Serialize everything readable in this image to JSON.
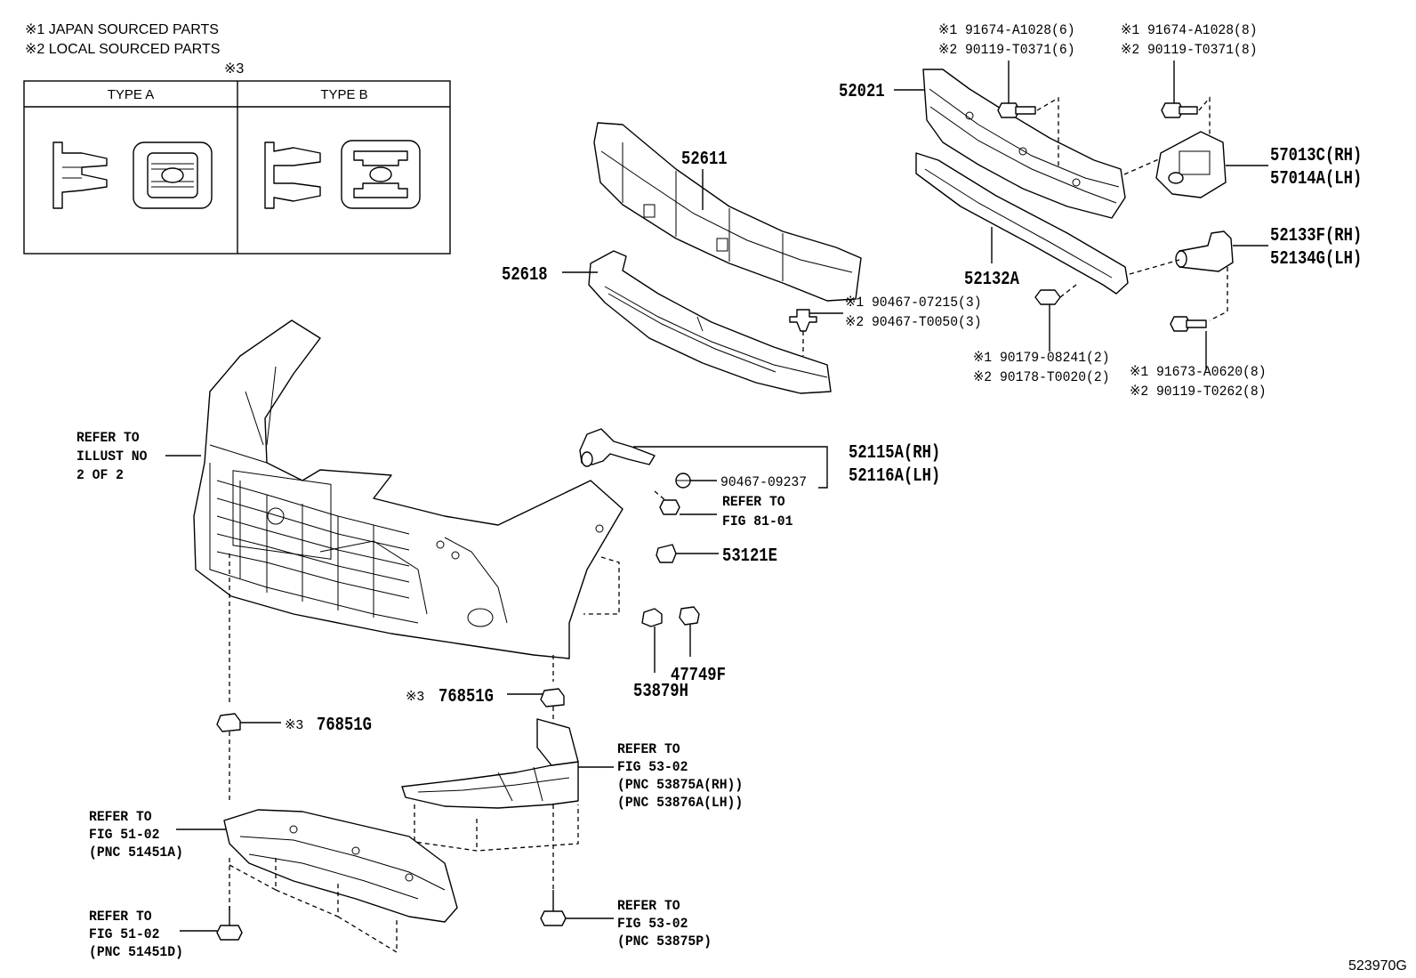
{
  "legend": {
    "note_1": "※1 JAPAN SOURCED PARTS",
    "note_2": "※2 LOCAL SOURCED PARTS",
    "note_3": "※3",
    "type_a": "TYPE A",
    "type_b": "TYPE B"
  },
  "labels": {
    "p52021": "52021",
    "p52611": "52611",
    "p52618": "52618",
    "p52132a": "52132A",
    "p57013c": "57013C(RH)",
    "p57014a": "57014A(LH)",
    "p52133f": "52133F(RH)",
    "p52134g": "52134G(LH)",
    "p52115a": "52115A(RH)",
    "p52116a": "52116A(LH)",
    "p53121e": "53121E",
    "p53879h": "53879H",
    "p47749f": "47749F",
    "p76851g_left": "76851G",
    "p76851g_right": "76851G",
    "mark3_left": "※3",
    "mark3_right": "※3",
    "fastener_top_left_1": "※1 91674-A1028(6)",
    "fastener_top_left_2": "※2 90119-T0371(6)",
    "fastener_top_right_1": "※1 91674-A1028(8)",
    "fastener_top_right_2": "※2 90119-T0371(8)",
    "fastener_clip_1": "※1 90467-07215(3)",
    "fastener_clip_2": "※2 90467-T0050(3)",
    "fastener_nut_1": "※1 90179-08241(2)",
    "fastener_nut_2": "※2 90178-T0020(2)",
    "fastener_bolt_1": "※1 91673-A0620(8)",
    "fastener_bolt_2": "※2 90119-T0262(8)",
    "p90467_09237": "90467-09237",
    "refer_illust_1": "REFER TO",
    "refer_illust_2": "ILLUST NO",
    "refer_illust_3": "2 OF 2",
    "refer_81_1": "REFER TO",
    "refer_81_2": "FIG 81-01",
    "refer_53a_1": "REFER TO",
    "refer_53a_2": "FIG 53-02",
    "refer_53a_3": "(PNC 53875A(RH))",
    "refer_53a_4": "(PNC 53876A(LH))",
    "refer_51a_1": "REFER TO",
    "refer_51a_2": "FIG 51-02",
    "refer_51a_3": "(PNC 51451A)",
    "refer_51d_1": "REFER TO",
    "refer_51d_2": "FIG 51-02",
    "refer_51d_3": "(PNC 51451D)",
    "refer_53p_1": "REFER TO",
    "refer_53p_2": "FIG 53-02",
    "refer_53p_3": "(PNC 53875P)",
    "illustration_id": "523970G"
  }
}
